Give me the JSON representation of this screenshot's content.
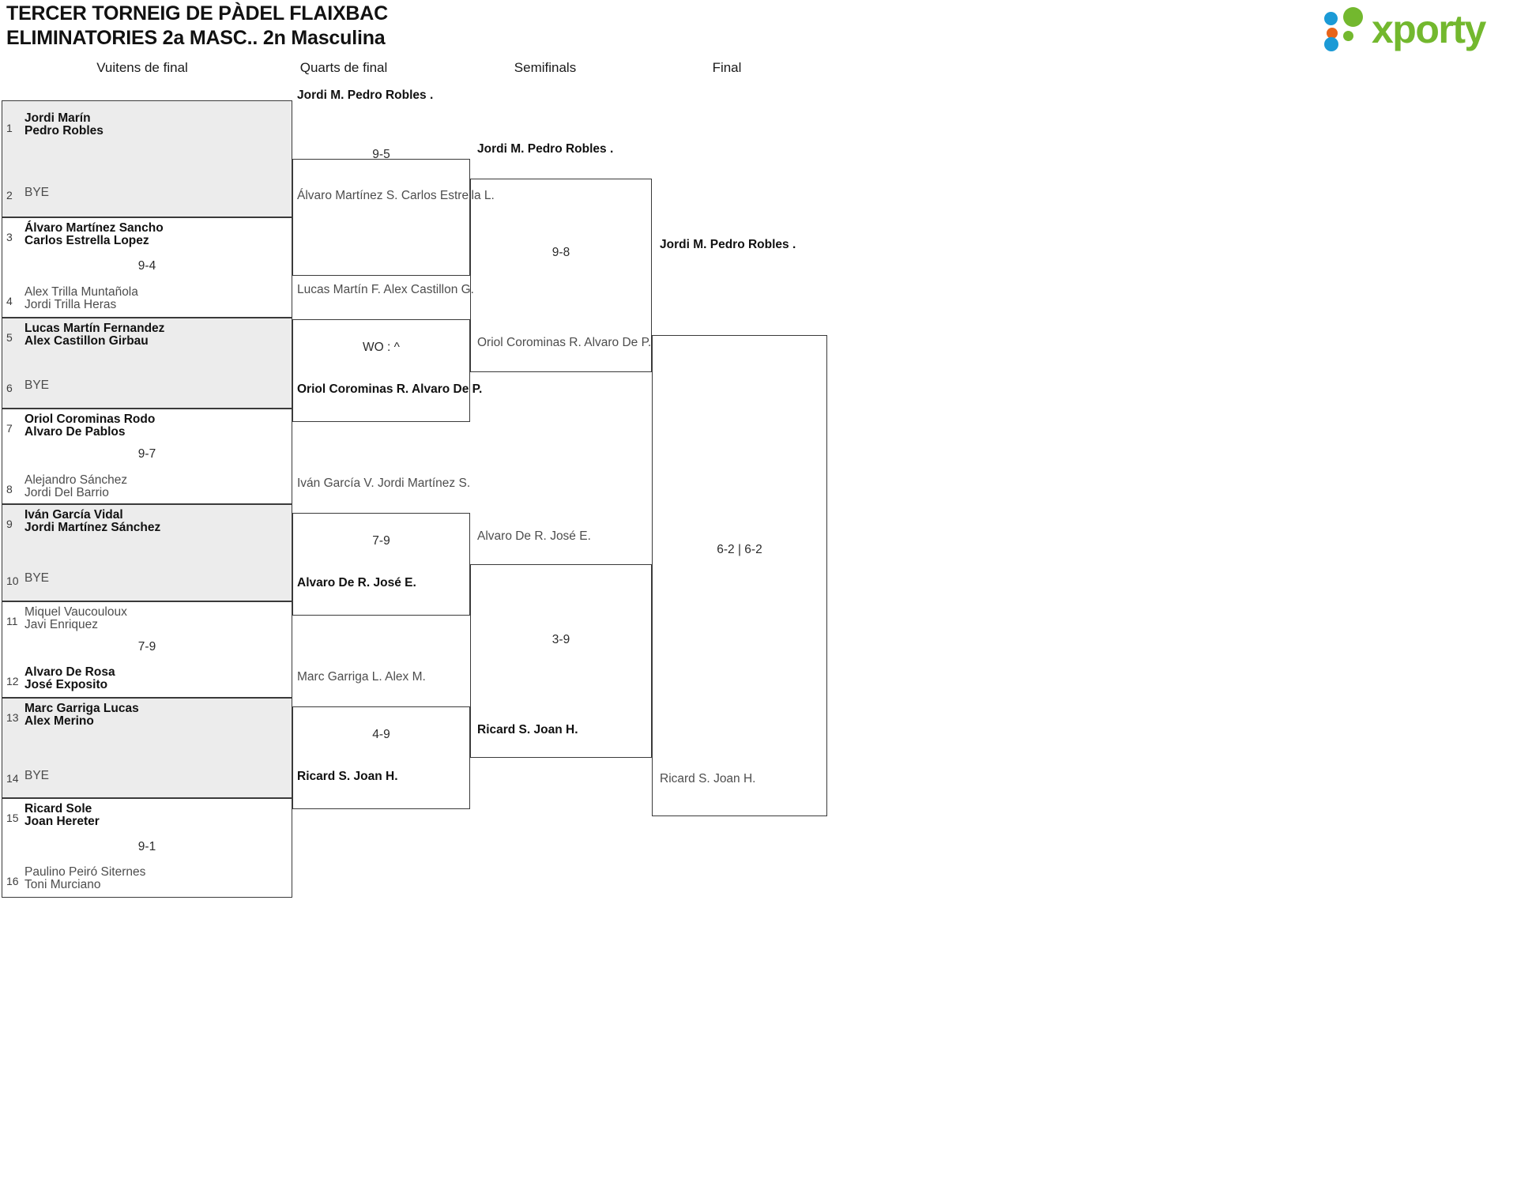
{
  "header": {
    "title_line1": "TERCER TORNEIG DE PÀDEL FLAIXBAC",
    "title_line2": "ELIMINATORIES 2a MASC.. 2n Masculina",
    "logo_text": "xporty",
    "logo_colors": {
      "green": "#73b82e",
      "blue": "#1b9ad6",
      "orange": "#e8641a"
    }
  },
  "rounds": [
    {
      "label": "Vuitens de final"
    },
    {
      "label": "Quarts de final"
    },
    {
      "label": "Semifinals"
    },
    {
      "label": "Final"
    }
  ],
  "round1": {
    "matches": [
      {
        "shaded": true,
        "score": "",
        "top": {
          "seed": "1",
          "line1": "Jordi Marín",
          "line2": "Pedro Robles",
          "result": "winner"
        },
        "bottom": {
          "seed": "2",
          "line1": "BYE",
          "line2": "",
          "result": "bye"
        }
      },
      {
        "shaded": false,
        "score": "9-4",
        "top": {
          "seed": "3",
          "line1": "Álvaro Martínez Sancho",
          "line2": "Carlos Estrella Lopez",
          "result": "winner"
        },
        "bottom": {
          "seed": "4",
          "line1": "Alex Trilla Muntañola",
          "line2": "Jordi Trilla Heras",
          "result": "loser"
        }
      },
      {
        "shaded": true,
        "score": "",
        "top": {
          "seed": "5",
          "line1": "Lucas Martín Fernandez",
          "line2": "Alex Castillon Girbau",
          "result": "winner"
        },
        "bottom": {
          "seed": "6",
          "line1": "BYE",
          "line2": "",
          "result": "bye"
        }
      },
      {
        "shaded": false,
        "score": "9-7",
        "top": {
          "seed": "7",
          "line1": "Oriol Corominas Rodo",
          "line2": "Alvaro De Pablos",
          "result": "winner"
        },
        "bottom": {
          "seed": "8",
          "line1": "Alejandro Sánchez",
          "line2": "Jordi Del Barrio",
          "result": "loser"
        }
      },
      {
        "shaded": true,
        "score": "",
        "top": {
          "seed": "9",
          "line1": "Iván García Vidal",
          "line2": "Jordi Martínez Sánchez",
          "result": "winner"
        },
        "bottom": {
          "seed": "10",
          "line1": "BYE",
          "line2": "",
          "result": "bye"
        }
      },
      {
        "shaded": false,
        "score": "7-9",
        "top": {
          "seed": "11",
          "line1": "Miquel Vaucouloux",
          "line2": "Javi Enriquez",
          "result": "loser"
        },
        "bottom": {
          "seed": "12",
          "line1": "Alvaro De Rosa",
          "line2": "José Exposito",
          "result": "winner"
        }
      },
      {
        "shaded": true,
        "score": "",
        "top": {
          "seed": "13",
          "line1": "Marc Garriga Lucas",
          "line2": "Alex Merino",
          "result": "winner"
        },
        "bottom": {
          "seed": "14",
          "line1": "BYE",
          "line2": "",
          "result": "bye"
        }
      },
      {
        "shaded": false,
        "score": "9-1",
        "top": {
          "seed": "15",
          "line1": "Ricard Sole",
          "line2": "Joan Hereter",
          "result": "winner"
        },
        "bottom": {
          "seed": "16",
          "line1": "Paulino Peiró Siternes",
          "line2": "Toni Murciano",
          "result": "loser"
        }
      }
    ]
  },
  "round2": {
    "matches": [
      {
        "score": "9-5",
        "top": {
          "line1": "Jordi M.",
          "line2": "Pedro Robles .",
          "result": "winner"
        },
        "bottom": {
          "line1": "Álvaro Martínez S.",
          "line2": "Carlos Estrella L.",
          "result": "loser"
        }
      },
      {
        "score": "WO : ^",
        "top": {
          "line1": "Lucas Martín F.",
          "line2": "Alex Castillon G.",
          "result": "loser"
        },
        "bottom": {
          "line1": "Oriol Corominas R.",
          "line2": "Alvaro De P.",
          "result": "winner"
        }
      },
      {
        "score": "7-9",
        "top": {
          "line1": "Iván García V.",
          "line2": "Jordi Martínez S.",
          "result": "loser"
        },
        "bottom": {
          "line1": "Alvaro De R.",
          "line2": "José E.",
          "result": "winner"
        }
      },
      {
        "score": "4-9",
        "top": {
          "line1": "Marc Garriga L.",
          "line2": "Alex M.",
          "result": "loser"
        },
        "bottom": {
          "line1": "Ricard S.",
          "line2": "Joan H.",
          "result": "winner"
        }
      }
    ]
  },
  "round3": {
    "matches": [
      {
        "score": "9-8",
        "top": {
          "line1": "Jordi M.",
          "line2": "Pedro Robles .",
          "result": "winner"
        },
        "bottom": {
          "line1": "Oriol Corominas R.",
          "line2": "Alvaro De P.",
          "result": "loser"
        }
      },
      {
        "score": "3-9",
        "top": {
          "line1": "Alvaro De R.",
          "line2": "José E.",
          "result": "loser"
        },
        "bottom": {
          "line1": "Ricard S.",
          "line2": "Joan H.",
          "result": "winner"
        }
      }
    ]
  },
  "round4": {
    "matches": [
      {
        "score": "6-2 | 6-2",
        "top": {
          "line1": "Jordi M.",
          "line2": "Pedro Robles .",
          "result": "winner"
        },
        "bottom": {
          "line1": "Ricard S.",
          "line2": "Joan H.",
          "result": "loser"
        }
      }
    ]
  }
}
